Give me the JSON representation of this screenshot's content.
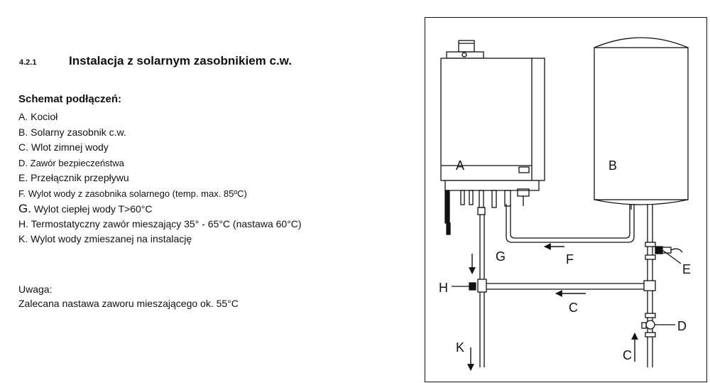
{
  "heading": {
    "number": "4.2.1",
    "title": "Instalacja z solarnym zasobnikiem c.w."
  },
  "section_title": "Schemat podłączeń:",
  "legend": [
    {
      "letter": "A.",
      "text": "Kocioł"
    },
    {
      "letter": "B.",
      "text": "Solarny zasobnik c.w."
    },
    {
      "letter": "C.",
      "text": "Wlot zimnej wody"
    },
    {
      "letter": "D.",
      "text": "Zawór bezpieczeństwa"
    },
    {
      "letter": "E.",
      "text": "Przełącznik przepływu"
    },
    {
      "letter": "F.",
      "text": "Wylot wody z zasobnika solarnego (temp. max. 85ºC)"
    },
    {
      "letter": "G.",
      "text": "Wylot ciepłej wody T>60°C"
    },
    {
      "letter": "H.",
      "text": "Termostatyczny zawór mieszający 35° - 65°C (nastawa 60°C)"
    },
    {
      "letter": "K.",
      "text": "Wylot wody zmieszanej na instalację"
    }
  ],
  "note": {
    "title": "Uwaga:",
    "text": "Zalecana nastawa zaworu mieszającego ok. 55°C"
  },
  "diagram_labels": {
    "boiler": "A",
    "tank": "B",
    "cold_inlet_top": "C",
    "cold_inlet_bottom": "C",
    "safety_valve": "D",
    "flow_switch": "E",
    "tank_outlet": "F",
    "hot_outlet": "G",
    "mixing_valve": "H",
    "mixed_outlet": "K"
  }
}
